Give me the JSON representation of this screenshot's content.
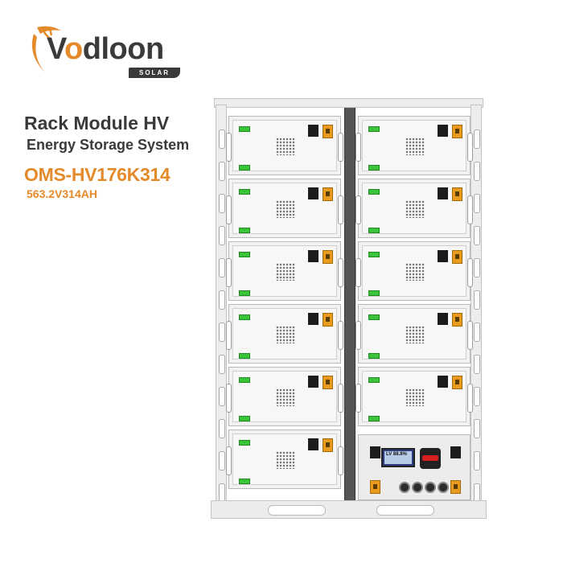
{
  "brand": {
    "name_part1": "V",
    "name_o1": "o",
    "name_part2": "dl",
    "name_o2": "oo",
    "name_part3": "n",
    "tagline": "SOLAR"
  },
  "headline": {
    "line1": "Rack Module HV",
    "line2": "Energy Storage System",
    "model": "OMS-HV176K314",
    "spec": "563.2V314AH"
  },
  "panel": {
    "lcd_text": "LV 88.8%"
  },
  "colors": {
    "accent": "#e58a2a",
    "text": "#3a3a3a",
    "led": "#3cc33c"
  }
}
